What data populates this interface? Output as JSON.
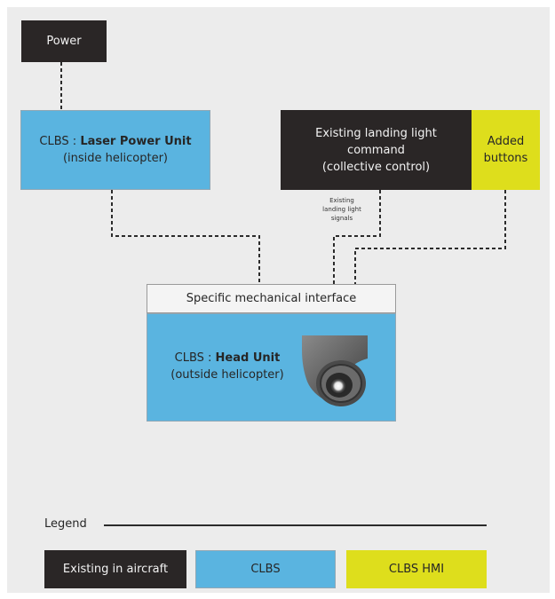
{
  "nodes": {
    "power": {
      "label": "Power"
    },
    "laser_unit": {
      "prefix": "CLBS : ",
      "name": "Laser Power Unit",
      "location": "(inside helicopter)"
    },
    "landing_light": {
      "line1": "Existing landing light",
      "line2": "command",
      "line3": "(collective control)"
    },
    "added_buttons": {
      "line1": "Added",
      "line2": "buttons"
    },
    "signals_label": {
      "line1": "Existing",
      "line2": "landing light",
      "line3": "signals"
    },
    "mech_interface": {
      "label": "Specific mechanical interface"
    },
    "head_unit": {
      "prefix": "CLBS : ",
      "name": "Head Unit",
      "location": "(outside helicopter)"
    }
  },
  "legend": {
    "title": "Legend",
    "items": [
      {
        "label": "Existing in aircraft",
        "color": "#2a2626"
      },
      {
        "label": "CLBS",
        "color": "#5ab4e0"
      },
      {
        "label": "CLBS HMI",
        "color": "#dede1c"
      }
    ]
  }
}
